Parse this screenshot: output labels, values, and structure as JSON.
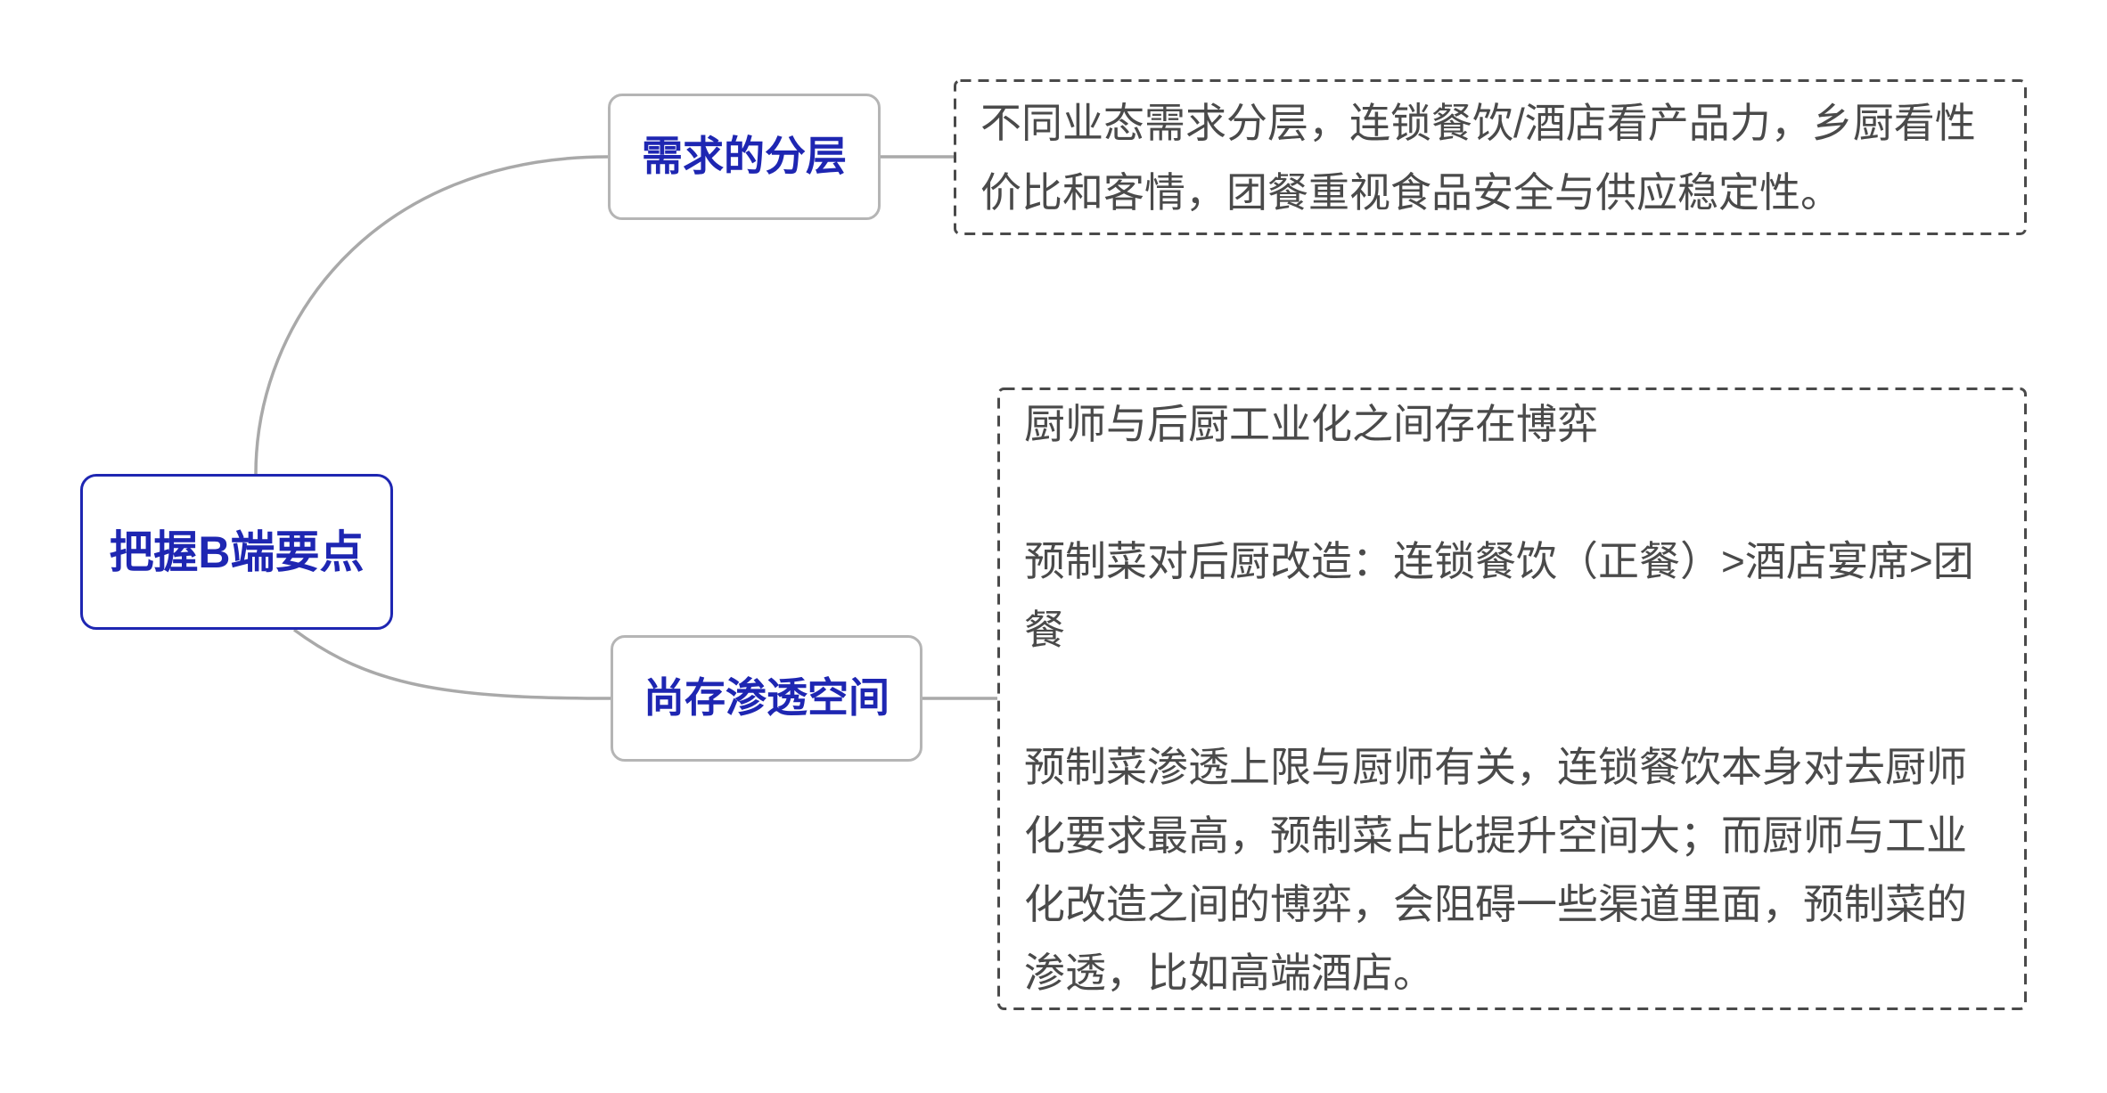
{
  "diagram": {
    "type": "mindmap",
    "background": "#ffffff"
  },
  "root": {
    "label": "把握B端要点"
  },
  "branches": [
    {
      "node_label": "需求的分层",
      "detail": {
        "text": "不同业态需求分层，连锁餐饮/酒店看产品力，乡厨看性价比和客情，团餐重视食品安全与供应稳定性。"
      }
    },
    {
      "node_label": "尚存渗透空间",
      "detail": {
        "paragraphs": [
          "厨师与后厨工业化之间存在博弈",
          "预制菜对后厨改造：连锁餐饮（正餐）>酒店宴席>团餐",
          "预制菜渗透上限与厨师有关，连锁餐饮本身对去厨师化要求最高，预制菜占比提升空间大；而厨师与工业化改造之间的博弈，会阻碍一些渠道里面，预制菜的渗透，比如高端酒店。"
        ]
      }
    }
  ],
  "colors": {
    "accent_blue": "#1e26b2",
    "node_border_gray": "#b5b5b5",
    "connector_gray": "#a9a9a9",
    "detail_text_gray": "#4a4a4a",
    "background": "#ffffff"
  }
}
